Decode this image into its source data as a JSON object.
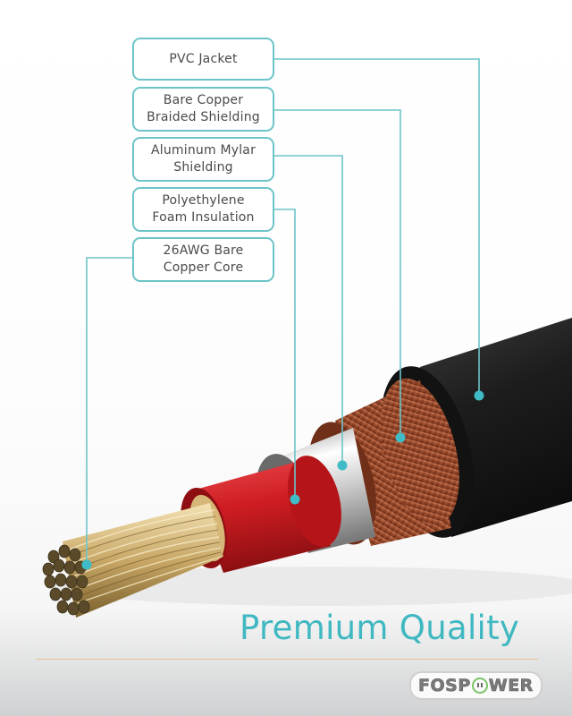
{
  "labels": [
    {
      "id": "pvc-jacket",
      "line1": "PVC Jacket",
      "line2": ""
    },
    {
      "id": "bare-copper-braided-shielding",
      "line1": "Bare Copper",
      "line2": "Braided Shielding"
    },
    {
      "id": "aluminum-mylar-shielding",
      "line1": "Aluminum Mylar",
      "line2": "Shielding"
    },
    {
      "id": "polyethylene-foam-insulation",
      "line1": "Polyethylene",
      "line2": "Foam Insulation"
    },
    {
      "id": "copper-core",
      "line1": "26AWG Bare",
      "line2": "Copper Core"
    }
  ],
  "tagline": "Premium Quality",
  "brand": {
    "left": "FOSP",
    "right": "WER",
    "icon": "power-outlet-icon"
  },
  "colors": {
    "accent": "#6cc4c8",
    "dot": "#3fbcc6",
    "tagline": "#3fb8c1",
    "rule": "#e8c28a",
    "jacket": "#1c1c1c",
    "braid": "#a8573a",
    "foil": "#d9d9d9",
    "insulation": "#c8191e",
    "core": "#c9a867",
    "logo_green": "#7cc46a"
  }
}
